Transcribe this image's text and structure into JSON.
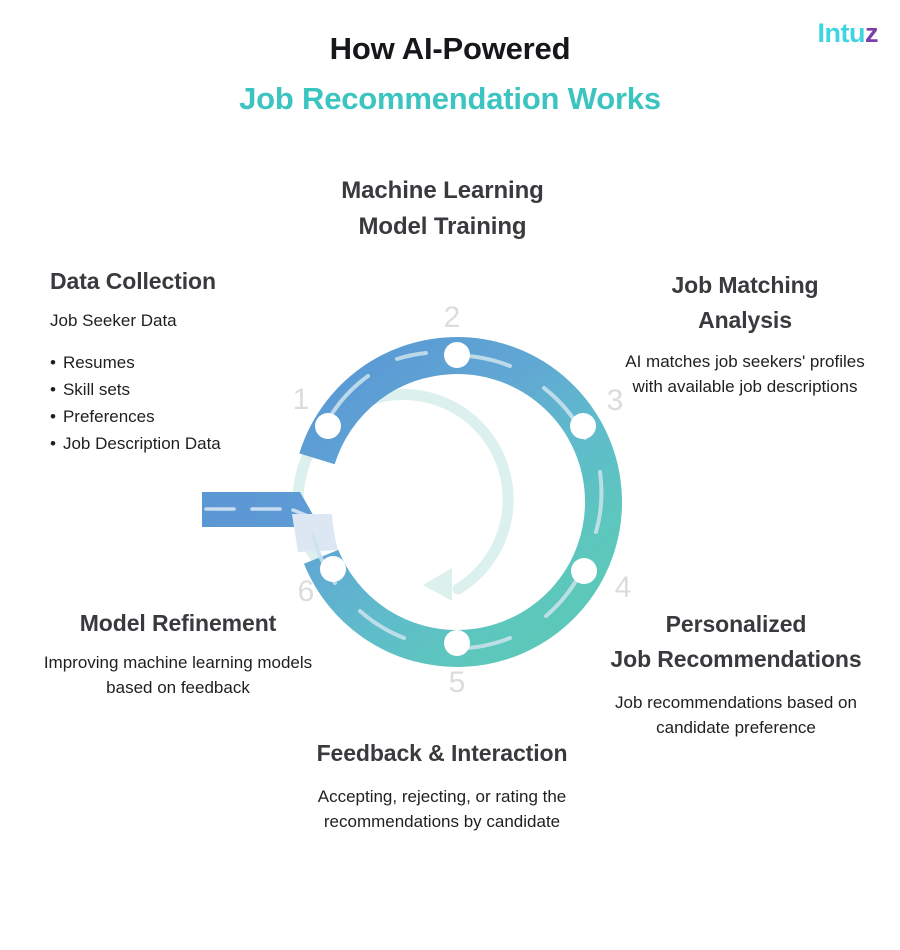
{
  "brand": {
    "name": "Intuz",
    "part_cyan": "Intu",
    "part_purple": "z",
    "color_cyan": "#3FD5E0",
    "color_purple": "#7A3FA8"
  },
  "title": {
    "line1": "How AI-Powered",
    "line2": "Job Recommendation Works",
    "line1_color": "#17171b",
    "line2_color": "#3BC4C0"
  },
  "steps": [
    {
      "number": "1",
      "heading": "Data Collection",
      "subheading": "Job Seeker Data",
      "bullets": [
        "Resumes",
        "Skill sets",
        "Preferences",
        "Job Description Data"
      ]
    },
    {
      "number": "2",
      "heading_line1": "Machine Learning",
      "heading_line2": "Model Training",
      "body": ""
    },
    {
      "number": "3",
      "heading_line1": "Job Matching",
      "heading_line2": "Analysis",
      "body": "AI matches job seekers' profiles with available job descriptions"
    },
    {
      "number": "4",
      "heading_line1": "Personalized",
      "heading_line2": "Job Recommendations",
      "body": "Job recommendations based on candidate preference"
    },
    {
      "number": "5",
      "heading": "Feedback & Interaction",
      "body": "Accepting, rejecting, or rating the recommendations by candidate"
    },
    {
      "number": "6",
      "heading": "Model Refinement",
      "body": "Improving machine learning models based on feedback"
    }
  ],
  "diagram": {
    "type": "cycle-road",
    "direction": "counter-clockwise",
    "node_count": 6,
    "colors": {
      "road_start_blue": "#5B9BD5",
      "road_mid_cyan": "#5FB6CE",
      "road_end_teal": "#5CC6BB",
      "road_overlap_light": "#DDE6F3",
      "inner_arrow_arc": "#DCF0EE",
      "node_dot": "#FFFFFF",
      "lane_dash": "#C9DDF0",
      "number_gray": "#DCDCDC"
    }
  }
}
